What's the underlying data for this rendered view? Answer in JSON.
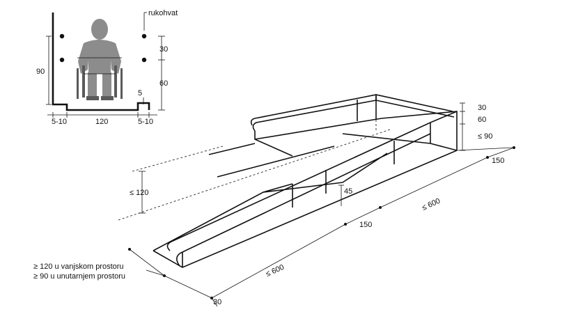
{
  "labels": {
    "handrail": "rukohvat",
    "height_90_left": "90",
    "dim_30_top": "30",
    "dim_60_side": "60",
    "dim_5": "5",
    "dim_5_10_left": "5-10",
    "dim_120": "120",
    "dim_5_10_right": "5-10",
    "dim_30_right": "30",
    "dim_60_right": "60",
    "dim_le_90": "≤ 90",
    "dim_150_far": "150",
    "dim_le_600_upper": "≤ 600",
    "dim_le_120": "≤ 120",
    "dim_45": "45",
    "dim_150_mid": "150",
    "dim_le_600_lower": "≤ 600",
    "dim_30_bottom": "30",
    "note_outdoor": "≥ 120 u vanjskom prostoru",
    "note_indoor": "≥ 90 u unutarnjem prostoru"
  },
  "icons": {
    "wheelchair_user": "wheelchair-user-icon"
  }
}
